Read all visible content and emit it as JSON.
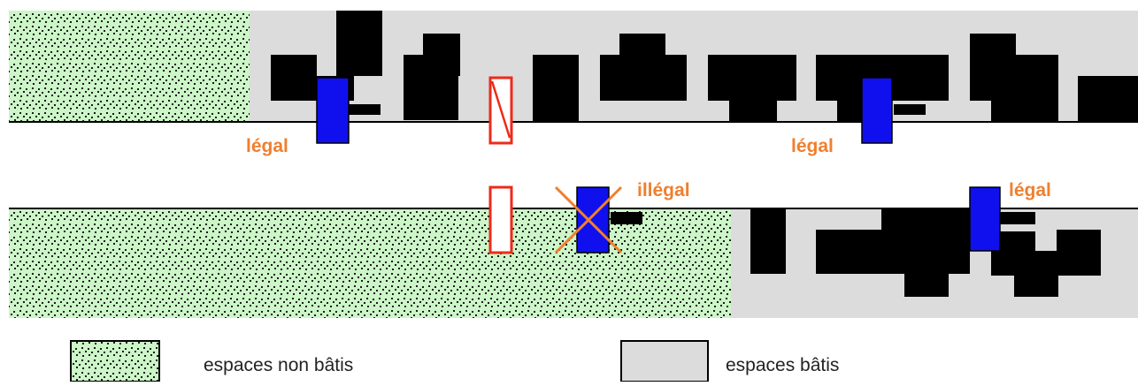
{
  "colors": {
    "built_area": "#dcdcdc",
    "unbuilt_area": "#ccf5c8",
    "unbuilt_dots": "#1a1a1a",
    "building": "#000000",
    "legal_vehicle": "#1010ee",
    "forbidden_marker": "#ee2a1a",
    "annotation": "#f07f2e",
    "road_edge": "#000000"
  },
  "labels": {
    "top_left": "légal",
    "top_right": "légal",
    "bottom_middle": "illégal",
    "bottom_right": "légal"
  },
  "legend": {
    "unbuilt": "espaces non bâtis",
    "built": "espaces bâtis"
  }
}
